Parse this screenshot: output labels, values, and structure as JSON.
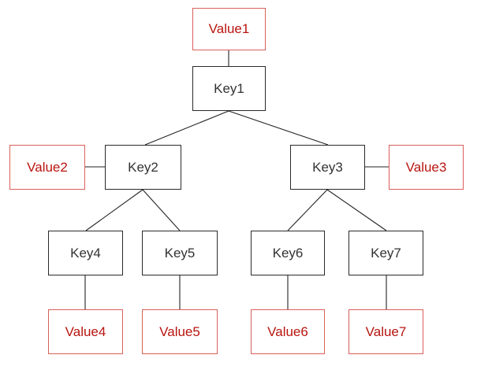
{
  "nodes": {
    "value1": "Value1",
    "key1": "Key1",
    "value2": "Value2",
    "key2": "Key2",
    "key3": "Key3",
    "value3": "Value3",
    "key4": "Key4",
    "key5": "Key5",
    "key6": "Key6",
    "key7": "Key7",
    "value4": "Value4",
    "value5": "Value5",
    "value6": "Value6",
    "value7": "Value7"
  },
  "edges": [
    [
      "key1",
      "value1"
    ],
    [
      "key1",
      "key2"
    ],
    [
      "key1",
      "key3"
    ],
    [
      "key2",
      "value2"
    ],
    [
      "key3",
      "value3"
    ],
    [
      "key2",
      "key4"
    ],
    [
      "key2",
      "key5"
    ],
    [
      "key3",
      "key6"
    ],
    [
      "key3",
      "key7"
    ],
    [
      "key4",
      "value4"
    ],
    [
      "key5",
      "value5"
    ],
    [
      "key6",
      "value6"
    ],
    [
      "key7",
      "value7"
    ]
  ],
  "colors": {
    "key_border": "#2a2a2a",
    "key_text": "#333333",
    "value_border": "#d9605a",
    "value_text": "#b8140f",
    "edge": "#222222"
  }
}
